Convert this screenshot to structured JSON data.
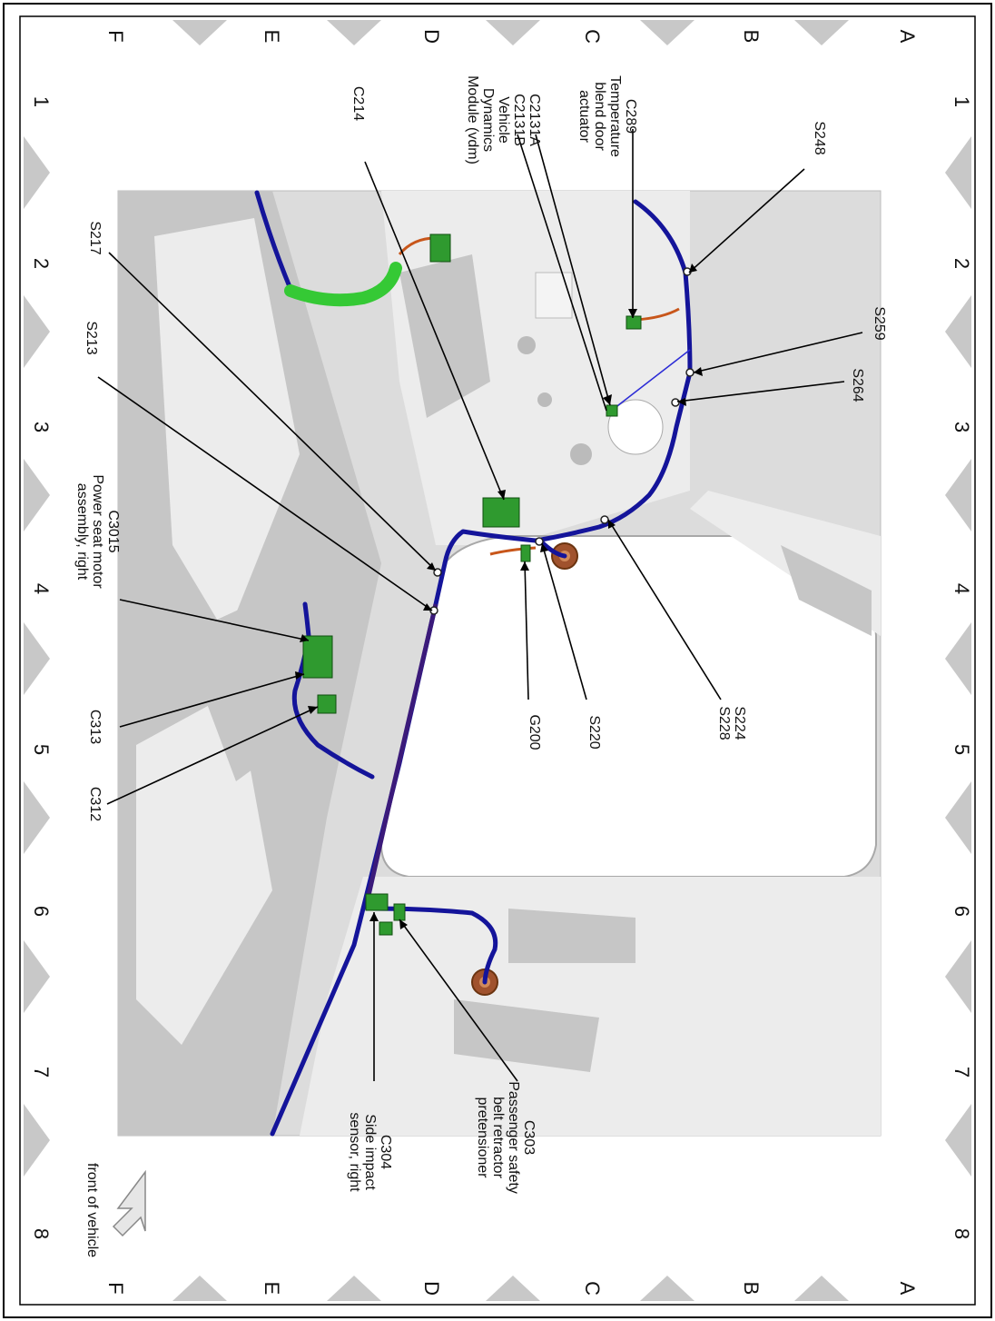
{
  "diagram": {
    "column_labels": [
      "1",
      "2",
      "3",
      "4",
      "5",
      "6",
      "7",
      "8"
    ],
    "row_labels": [
      "A",
      "B",
      "C",
      "D",
      "E",
      "F"
    ],
    "orientation_note": "front of vehicle",
    "callouts": {
      "c289": [
        "C289",
        "Temperature",
        "blend door",
        "actuator"
      ],
      "c2131": [
        "C2131A",
        "C2131B",
        "Vehicle",
        "Dynamics",
        "Module (vdm)"
      ],
      "c214": [
        "C214"
      ],
      "s217": [
        "S217"
      ],
      "s213": [
        "S213"
      ],
      "c3015": [
        "C3015",
        "Power seat motor",
        "assembly, right"
      ],
      "c313": [
        "C313"
      ],
      "c312": [
        "C312"
      ],
      "s248": [
        "S248"
      ],
      "s259": [
        "S259"
      ],
      "s264": [
        "S264"
      ],
      "s224": [
        "S224",
        "S228"
      ],
      "s220": [
        "S220"
      ],
      "g200": [
        "G200"
      ],
      "c303": [
        "C303",
        "Passenger safety",
        "belt retractor",
        "pretensioner"
      ],
      "c304": [
        "C304",
        "Side impact",
        "sensor, right"
      ]
    },
    "colors": {
      "harness": "#14149a",
      "connector": "#2f9a2f",
      "orange_wire": "#c8561a",
      "green_duct": "#35c935",
      "border_triangle": "#c8c8c8"
    }
  }
}
